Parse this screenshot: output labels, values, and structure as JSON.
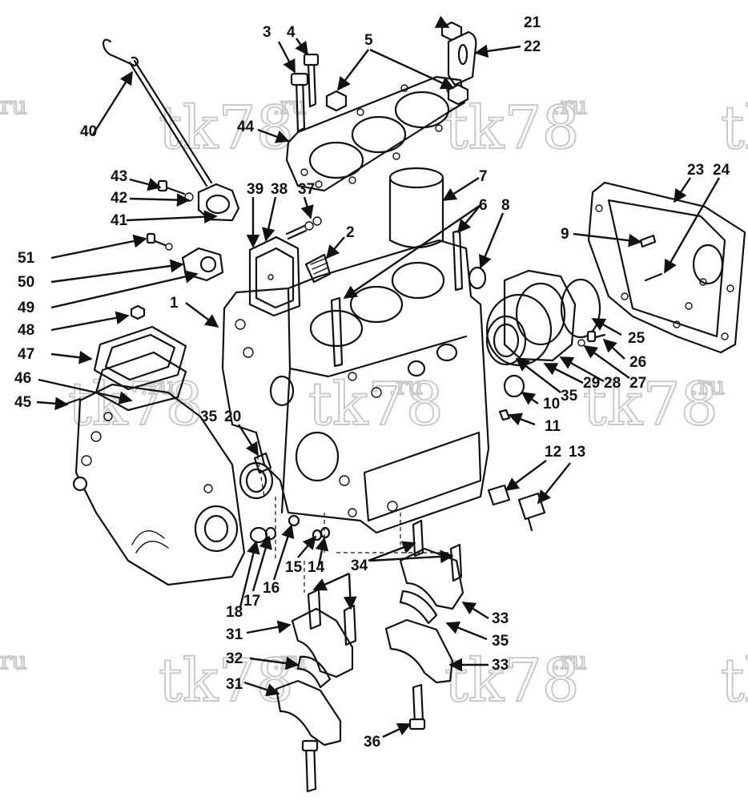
{
  "watermark": {
    "big": "tk78",
    "small": ".ru",
    "edge_left": "ru",
    "edge_right": "tl"
  },
  "callouts": [
    {
      "id": "c1",
      "label": "1"
    },
    {
      "id": "c2",
      "label": "2"
    },
    {
      "id": "c3",
      "label": "3"
    },
    {
      "id": "c4",
      "label": "4"
    },
    {
      "id": "c5",
      "label": "5"
    },
    {
      "id": "c6",
      "label": "6"
    },
    {
      "id": "c7",
      "label": "7"
    },
    {
      "id": "c8",
      "label": "8"
    },
    {
      "id": "c9",
      "label": "9"
    },
    {
      "id": "c10",
      "label": "10"
    },
    {
      "id": "c11",
      "label": "11"
    },
    {
      "id": "c12",
      "label": "12"
    },
    {
      "id": "c13",
      "label": "13"
    },
    {
      "id": "c14",
      "label": "14"
    },
    {
      "id": "c15",
      "label": "15"
    },
    {
      "id": "c16",
      "label": "16"
    },
    {
      "id": "c17",
      "label": "17"
    },
    {
      "id": "c18",
      "label": "18"
    },
    {
      "id": "c20",
      "label": "20"
    },
    {
      "id": "c21",
      "label": "21"
    },
    {
      "id": "c22",
      "label": "22"
    },
    {
      "id": "c23",
      "label": "23"
    },
    {
      "id": "c24",
      "label": "24"
    },
    {
      "id": "c25",
      "label": "25"
    },
    {
      "id": "c26",
      "label": "26"
    },
    {
      "id": "c27",
      "label": "27"
    },
    {
      "id": "c28",
      "label": "28"
    },
    {
      "id": "c29",
      "label": "29"
    },
    {
      "id": "c31a",
      "label": "31"
    },
    {
      "id": "c31b",
      "label": "31"
    },
    {
      "id": "c32",
      "label": "32"
    },
    {
      "id": "c33a",
      "label": "33"
    },
    {
      "id": "c33b",
      "label": "33"
    },
    {
      "id": "c34",
      "label": "34"
    },
    {
      "id": "c35a",
      "label": "35"
    },
    {
      "id": "c35b",
      "label": "35"
    },
    {
      "id": "c35c",
      "label": "35"
    },
    {
      "id": "c36",
      "label": "36"
    },
    {
      "id": "c37",
      "label": "37"
    },
    {
      "id": "c38",
      "label": "38"
    },
    {
      "id": "c39",
      "label": "39"
    },
    {
      "id": "c40",
      "label": "40"
    },
    {
      "id": "c41",
      "label": "41"
    },
    {
      "id": "c42",
      "label": "42"
    },
    {
      "id": "c43",
      "label": "43"
    },
    {
      "id": "c44",
      "label": "44"
    },
    {
      "id": "c45",
      "label": "45"
    },
    {
      "id": "c46",
      "label": "46"
    },
    {
      "id": "c47",
      "label": "47"
    },
    {
      "id": "c48",
      "label": "48"
    },
    {
      "id": "c49",
      "label": "49"
    },
    {
      "id": "c50",
      "label": "50"
    },
    {
      "id": "c51",
      "label": "51"
    }
  ]
}
